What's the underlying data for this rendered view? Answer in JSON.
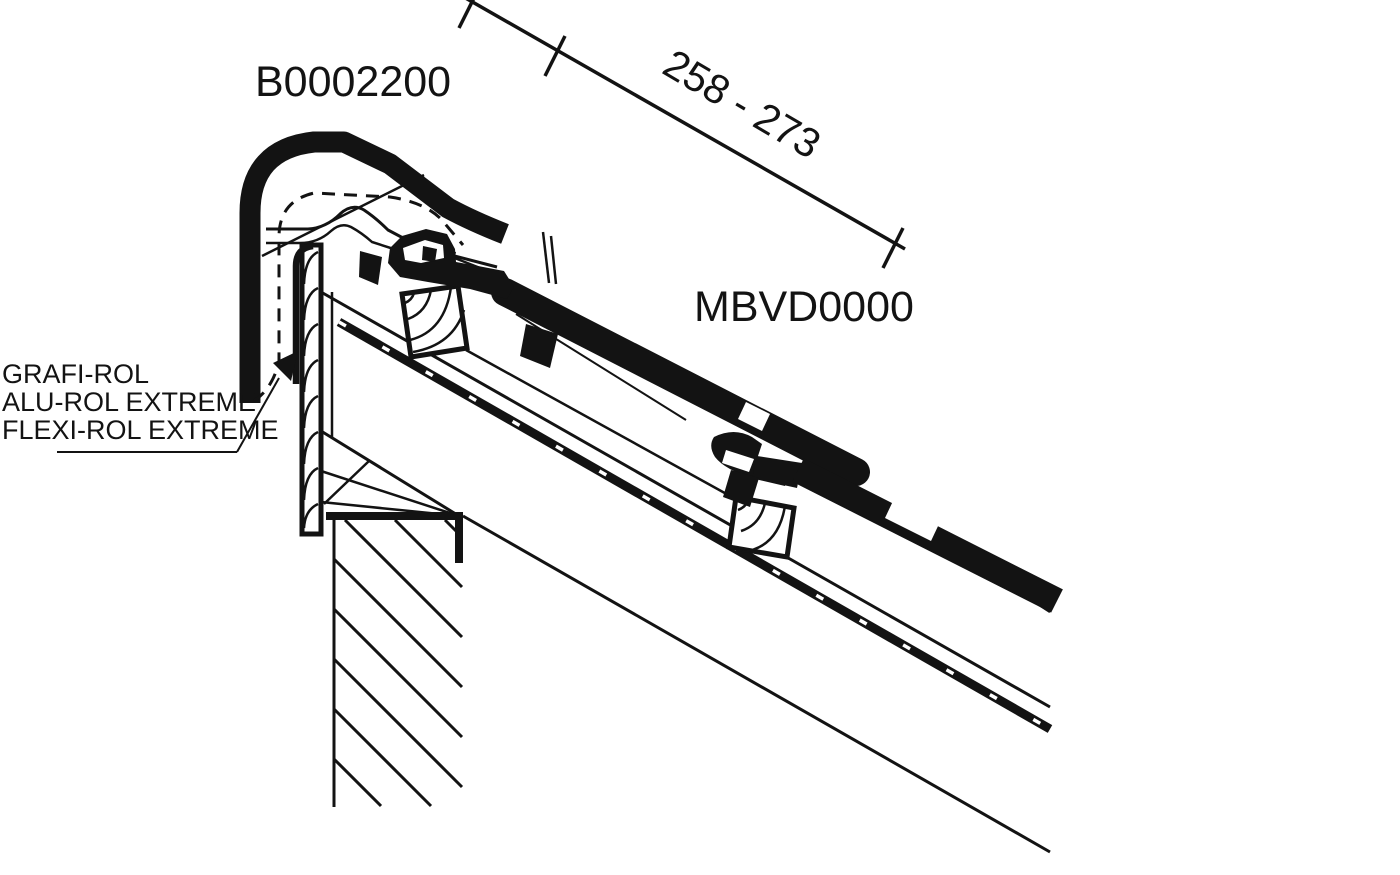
{
  "drawing": {
    "type": "roof-verge-cross-section",
    "labels": {
      "capping_code": "B0002200",
      "tile_code": "MBVD0000",
      "roll_products": [
        "GRAFI-ROL",
        "ALU-ROL EXTREME",
        "FLEXI-ROL EXTREME"
      ]
    },
    "dimension": {
      "value": "258 - 273"
    },
    "colors": {
      "ink": "#131313",
      "background": "#ffffff"
    }
  }
}
